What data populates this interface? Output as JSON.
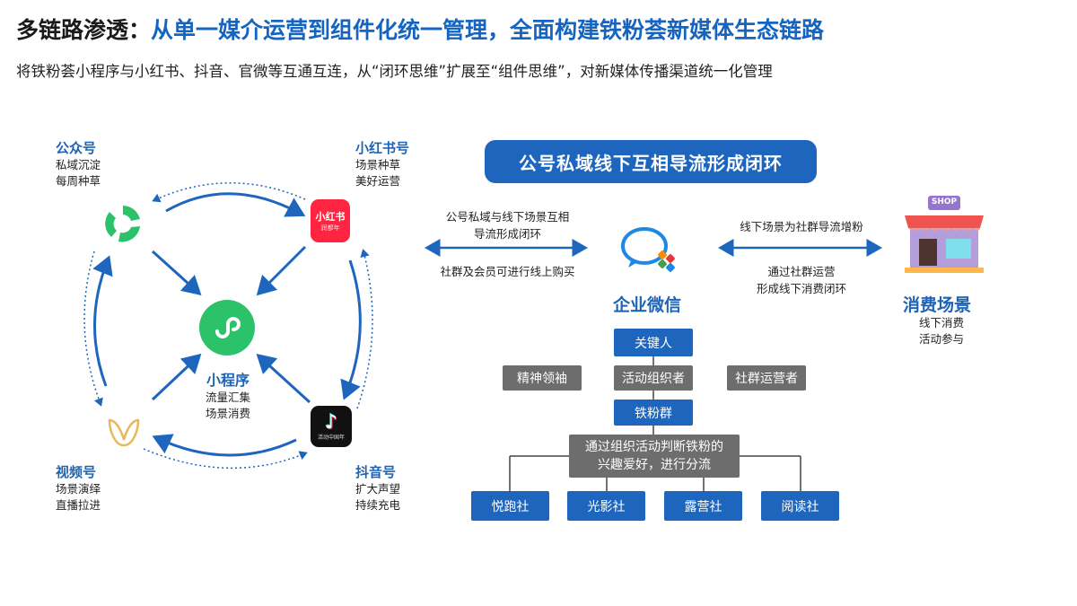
{
  "header": {
    "title_prefix": "多链路渗透：",
    "title_main": "从单一媒介运营到组件化统一管理，全面构建铁粉荟新媒体生态链路",
    "subtitle": "将铁粉荟小程序与小红书、抖音、官微等互通互连，从“闭环思维”扩展至“组件思维”，对新媒体传播渠道统一化管理"
  },
  "platforms": {
    "wechat": {
      "name": "公众号",
      "desc1": "私域沉淀",
      "desc2": "每周种草"
    },
    "xiaohongshu": {
      "name": "小红书号",
      "desc1": "场景种草",
      "desc2": "美好运营",
      "logo_text": "小红书",
      "logo_sub": "润都年"
    },
    "video": {
      "name": "视频号",
      "desc1": "场景演绎",
      "desc2": "直播拉进"
    },
    "douyin": {
      "name": "抖音号",
      "desc1": "扩大声望",
      "desc2": "持续充电",
      "logo_sub": "活动中国年"
    },
    "miniprogram": {
      "name": "小程序",
      "desc1": "流量汇集",
      "desc2": "场景消费"
    }
  },
  "right": {
    "banner": "公号私域线下互相导流形成闭环",
    "left_label_top_1": "公号私域与线下场景互相",
    "left_label_top_2": "导流形成闭环",
    "left_label_bottom": "社群及会员可进行线上购买",
    "right_label_top": "线下场景为社群导流增粉",
    "right_label_bottom_1": "通过社群运营",
    "right_label_bottom_2": "形成线下消费闭环",
    "wecom_label": "企业微信",
    "store_label": "消费场景",
    "store_sign": "SHOP",
    "store_desc1": "线下消费",
    "store_desc2": "活动参与"
  },
  "org": {
    "key_person": "关键人",
    "role_left": "精神领袖",
    "role_center": "活动组织者",
    "role_right": "社群运营者",
    "group": "铁粉群",
    "note_1": "通过组织活动判断铁粉的",
    "note_2": "兴趣爱好，进行分流",
    "clubs": [
      "悦跑社",
      "光影社",
      "露营社",
      "阅读社"
    ]
  },
  "colors": {
    "primary_blue": "#1e66bd",
    "title_blue": "#1565c0",
    "gray_box": "#6d6d6d",
    "wechat_green": "#2bc26a",
    "xhs_red": "#ff2442"
  }
}
